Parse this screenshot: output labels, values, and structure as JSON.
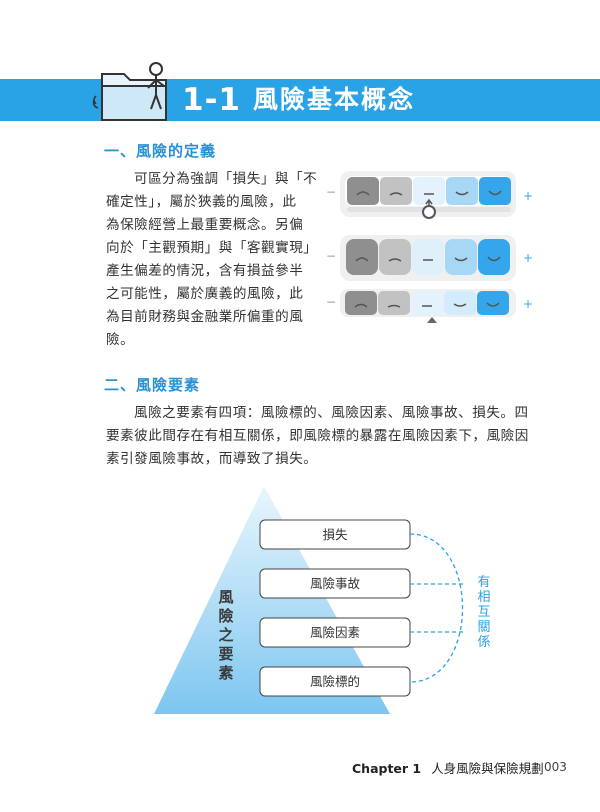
{
  "header": {
    "section_number": "1-1",
    "section_title": "風險基本概念"
  },
  "section1": {
    "heading": "一、風險的定義",
    "lines": [
      "可區分為強調「損失」與「不",
      "確定性」，屬於狹義的風險，此",
      "為保險經營上最重要概念。另偏",
      "向於「主觀預期」與「客觀實現」",
      "產生偏差的情況，含有損益參半",
      "之可能性，屬於廣義的風險，此",
      "為目前財務與金融業所偏重的風",
      "險。"
    ]
  },
  "scales": {
    "minus": "−",
    "plus": "+"
  },
  "section2": {
    "heading": "二、風險要素",
    "lines": [
      "風險之要素有四項：風險標的、風險因素、風險事故、損失。四",
      "要素彼此間存在有相互關係，即風險標的暴露在風險因素下，風險因",
      "素引發風險事故，而導致了損失。"
    ]
  },
  "diagram": {
    "pyramid_label": [
      "風",
      "險",
      "之",
      "要",
      "素"
    ],
    "elements": [
      "損失",
      "風險事故",
      "風險因素",
      "風險標的"
    ],
    "relation_label": [
      "有",
      "相",
      "互",
      "關",
      "係"
    ]
  },
  "footer": {
    "chapter": "Chapter 1",
    "chapter_title": "人身風險與保險規劃",
    "page": "003"
  }
}
